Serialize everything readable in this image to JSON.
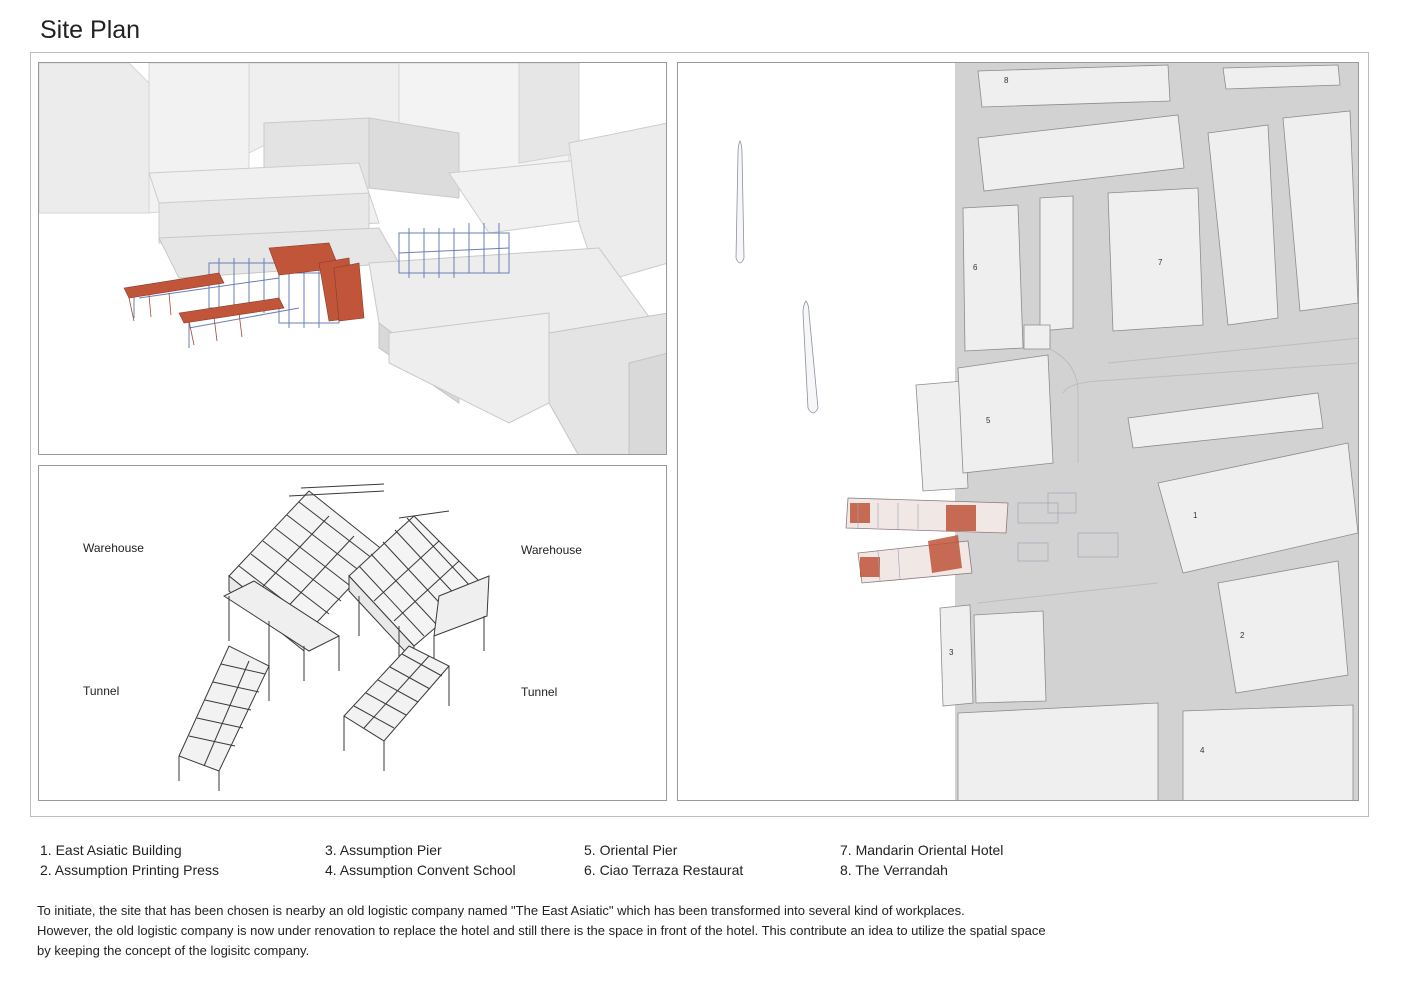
{
  "page": {
    "title": "Site Plan"
  },
  "structure_panel": {
    "labels": {
      "warehouse_left": "Warehouse",
      "warehouse_right": "Warehouse",
      "tunnel_left": "Tunnel",
      "tunnel_right": "Tunnel"
    }
  },
  "plan_panel": {
    "building_numbers": [
      "8",
      "7",
      "6",
      "5",
      "1",
      "2",
      "3",
      "4"
    ]
  },
  "legend": {
    "col1": [
      "1.   East Asiatic Building",
      "2.   Assumption Printing Press"
    ],
    "col2": [
      "3. Assumption Pier",
      "4. Assumption Convent School"
    ],
    "col3": [
      "5. Oriental Pier",
      "6. Ciao Terraza Restaurat"
    ],
    "col4": [
      "7. Mandarin Oriental Hotel",
      "8. The Verrandah"
    ]
  },
  "description": [
    "To initiate, the site that has been chosen is nearby an old logistic company named \"The East Asiatic\" which has been transformed into several kind of workplaces.",
    "However, the old logistic company is now under renovation to replace the hotel and still there is the space in front of the hotel. This contribute an idea to utilize the spatial space",
    "by keeping the concept of the logisitc company."
  ],
  "colors": {
    "accent_structure": "#c0553a",
    "wireframe": "#6a7fb5",
    "massing": "#e9e9e9",
    "street": "#cfcfcf"
  }
}
